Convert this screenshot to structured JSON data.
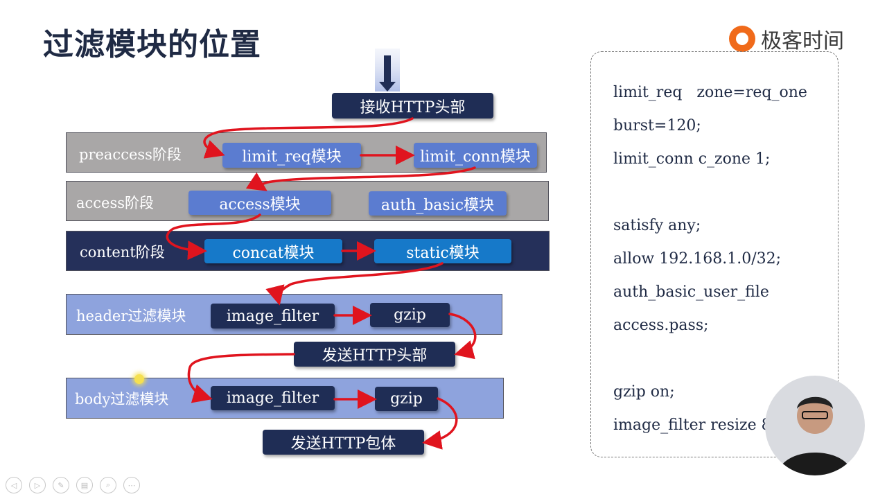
{
  "title": "过滤模块的位置",
  "brand": "极客时间",
  "colors": {
    "phase_gray": "#a9a7a7",
    "phase_navy": "#25305a",
    "phase_lavender": "#8ea3dd",
    "arrow": "#e0141e",
    "node_light": "#5b7cd0",
    "node_blue": "#1679c9",
    "node_dark": "#1f2d55"
  },
  "diagram": {
    "receive_header": "接收HTTP头部",
    "phases": {
      "preaccess": {
        "label": "preaccess阶段",
        "modules": [
          "limit_req模块",
          "limit_conn模块"
        ]
      },
      "access": {
        "label": "access阶段",
        "modules": [
          "access模块",
          "auth_basic模块"
        ]
      },
      "content": {
        "label": "content阶段",
        "modules": [
          "concat模块",
          "static模块"
        ]
      },
      "header_filter": {
        "label": "header过滤模块",
        "modules": [
          "image_filter",
          "gzip"
        ]
      },
      "body_filter": {
        "label": "body过滤模块",
        "modules": [
          "image_filter",
          "gzip"
        ]
      }
    },
    "send_header": "发送HTTP头部",
    "send_body": "发送HTTP包体"
  },
  "config_lines": [
    "limit_req   zone=req_one",
    "burst=120;",
    "limit_conn c_zone 1;",
    "",
    "satisfy any;",
    "allow 192.168.1.0/32;",
    "auth_basic_user_file",
    "access.pass;",
    "",
    "gzip on;",
    "image_filter resize 8"
  ],
  "toolbar_icons": [
    "prev-icon",
    "next-icon",
    "pen-icon",
    "slides-icon",
    "zoom-icon",
    "more-icon"
  ]
}
